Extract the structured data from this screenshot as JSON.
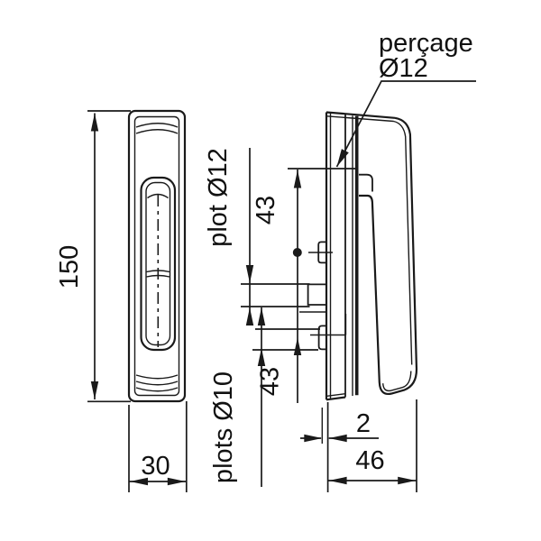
{
  "drawing": {
    "kind": "technical-drawing",
    "language": "fr",
    "annotations": {
      "drill_label_line1": "perçage",
      "drill_label_line2": "Ø12",
      "stud_top_label": "plot Ø12",
      "studs_bottom_label": "plots Ø10"
    },
    "dimensions": {
      "overall_height": "150",
      "overall_width": "30",
      "spacing_top": "43",
      "spacing_bottom": "43",
      "plate_thickness": "2",
      "overall_depth": "46"
    },
    "colors": {
      "line": "#1a1a1a",
      "background": "#ffffff"
    }
  }
}
